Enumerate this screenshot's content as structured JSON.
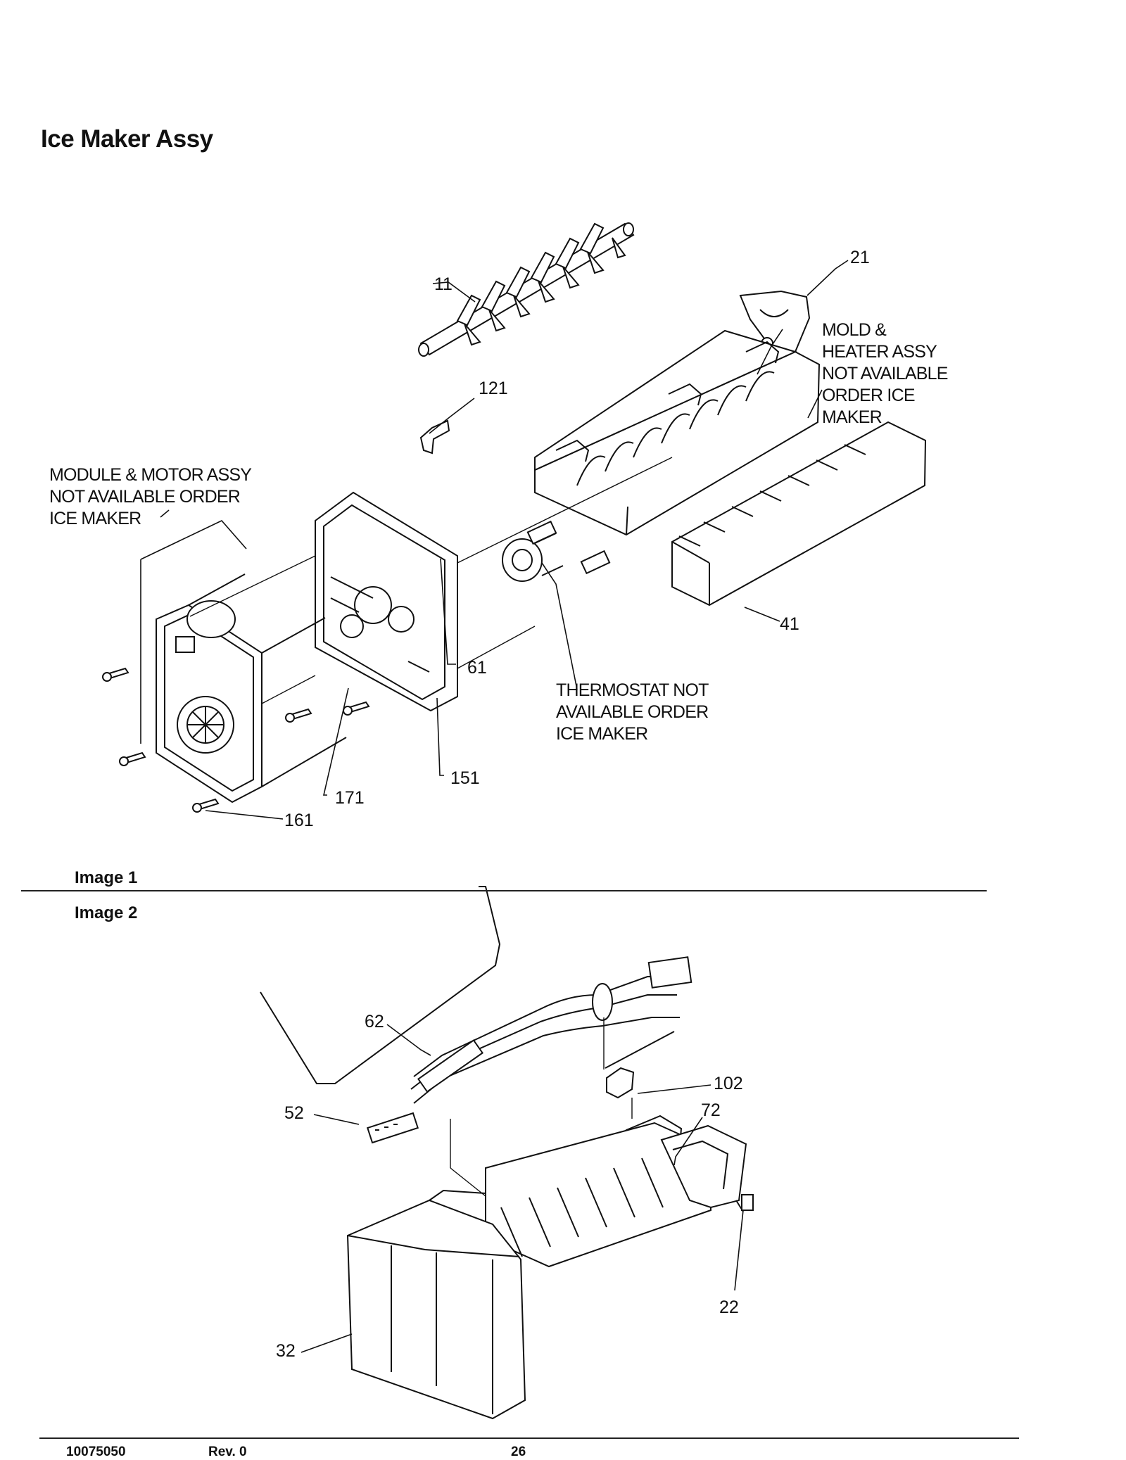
{
  "title": "Ice Maker Assy",
  "sections": {
    "image1": "Image 1",
    "image2": "Image 2"
  },
  "notes": {
    "module_motor": [
      "MODULE & MOTOR ASSY",
      "NOT AVAILABLE ORDER",
      "ICE MAKER"
    ],
    "mold_heater": [
      "MOLD &",
      "HEATER ASSY",
      "NOT AVAILABLE",
      "ORDER ICE",
      "MAKER"
    ],
    "thermostat": [
      "THERMOSTAT NOT",
      "AVAILABLE ORDER",
      "ICE MAKER"
    ]
  },
  "parts_image1": [
    "11",
    "21",
    "121",
    "41",
    "61",
    "151",
    "171",
    "161"
  ],
  "parts_image2": [
    "62",
    "52",
    "102",
    "72",
    "22",
    "32"
  ],
  "footer": {
    "doc_number": "10075050",
    "revision": "Rev. 0",
    "page": "26"
  }
}
